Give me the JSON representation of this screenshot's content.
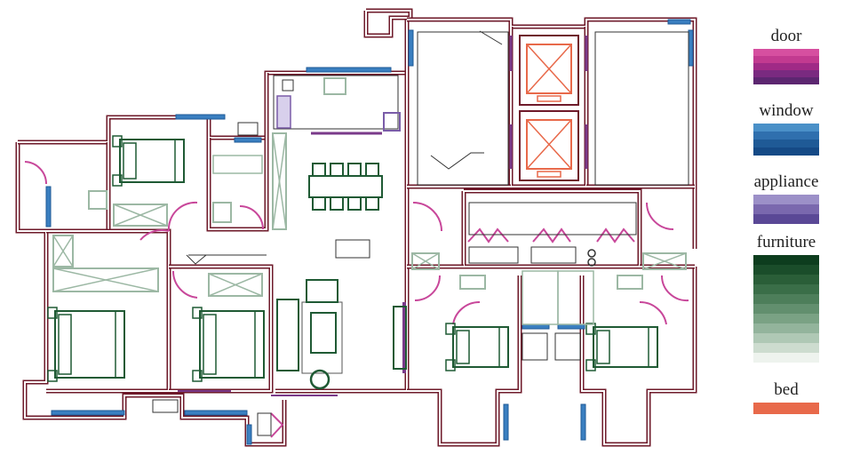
{
  "legend": [
    {
      "key": "door",
      "label": "door",
      "colors": [
        "#d64fa0",
        "#c23a90",
        "#a02a86",
        "#7a2a80",
        "#5c2670"
      ]
    },
    {
      "key": "window",
      "label": "window",
      "colors": [
        "#4a90c8",
        "#2f6fae",
        "#1f5a96",
        "#154a86"
      ]
    },
    {
      "key": "appliance",
      "label": "appliance",
      "colors": [
        "#9c90c8",
        "#7a68ae",
        "#5a4896"
      ]
    },
    {
      "key": "furniture",
      "label": "furniture",
      "colors": [
        "#0d3d1e",
        "#1a4d2a",
        "#2a5e38",
        "#3a6e48",
        "#4d7e5a",
        "#628f6e",
        "#7aa284",
        "#93b49c",
        "#afc8b5",
        "#cddccf",
        "#eef3ee"
      ]
    },
    {
      "key": "bed",
      "label": "bed",
      "colors": [
        "#e8694a"
      ]
    }
  ],
  "palette": {
    "wall": "#6e1a2a",
    "door": "#c8479a",
    "window": "#3a7fc0",
    "appliance": "#7a5ca8",
    "furniture_dark": "#1f5a34",
    "furniture_light": "#9cb8a4",
    "bed": "#e8694a",
    "line": "#333333"
  },
  "icons": {
    "elevator": "elevator-cross-icon",
    "dining": "dining-table-icon",
    "bed": "bed-icon",
    "sofa": "sofa-icon"
  }
}
